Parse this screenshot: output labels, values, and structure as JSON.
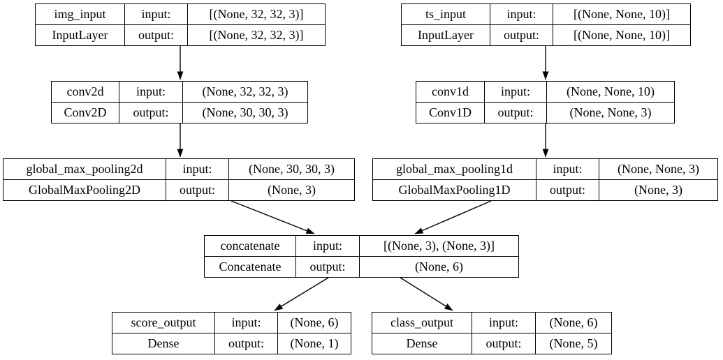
{
  "diagram": {
    "kind": "keras-model-plot",
    "colors": {
      "background": "#ffffff",
      "node_border": "#000000",
      "edge": "#000000",
      "text": "#000000"
    },
    "labels": {
      "input": "input:",
      "output": "output:"
    },
    "nodes": [
      {
        "id": "img_input",
        "name": "img_input",
        "class_name": "InputLayer",
        "input_shape": "[(None, 32, 32, 3)]",
        "output_shape": "[(None, 32, 32, 3)]"
      },
      {
        "id": "ts_input",
        "name": "ts_input",
        "class_name": "InputLayer",
        "input_shape": "[(None, None, 10)]",
        "output_shape": "[(None, None, 10)]"
      },
      {
        "id": "conv2d",
        "name": "conv2d",
        "class_name": "Conv2D",
        "input_shape": "(None, 32, 32, 3)",
        "output_shape": "(None, 30, 30, 3)"
      },
      {
        "id": "conv1d",
        "name": "conv1d",
        "class_name": "Conv1D",
        "input_shape": "(None, None, 10)",
        "output_shape": "(None, None, 3)"
      },
      {
        "id": "global_max_pooling2d",
        "name": "global_max_pooling2d",
        "class_name": "GlobalMaxPooling2D",
        "input_shape": "(None, 30, 30, 3)",
        "output_shape": "(None, 3)"
      },
      {
        "id": "global_max_pooling1d",
        "name": "global_max_pooling1d",
        "class_name": "GlobalMaxPooling1D",
        "input_shape": "(None, None, 3)",
        "output_shape": "(None, 3)"
      },
      {
        "id": "concatenate",
        "name": "concatenate",
        "class_name": "Concatenate",
        "input_shape": "[(None, 3), (None, 3)]",
        "output_shape": "(None, 6)"
      },
      {
        "id": "score_output",
        "name": "score_output",
        "class_name": "Dense",
        "input_shape": "(None, 6)",
        "output_shape": "(None, 1)"
      },
      {
        "id": "class_output",
        "name": "class_output",
        "class_name": "Dense",
        "input_shape": "(None, 6)",
        "output_shape": "(None, 5)"
      }
    ],
    "edges": [
      {
        "from": "img_input",
        "to": "conv2d"
      },
      {
        "from": "ts_input",
        "to": "conv1d"
      },
      {
        "from": "conv2d",
        "to": "global_max_pooling2d"
      },
      {
        "from": "conv1d",
        "to": "global_max_pooling1d"
      },
      {
        "from": "global_max_pooling2d",
        "to": "concatenate"
      },
      {
        "from": "global_max_pooling1d",
        "to": "concatenate"
      },
      {
        "from": "concatenate",
        "to": "score_output"
      },
      {
        "from": "concatenate",
        "to": "class_output"
      }
    ]
  }
}
